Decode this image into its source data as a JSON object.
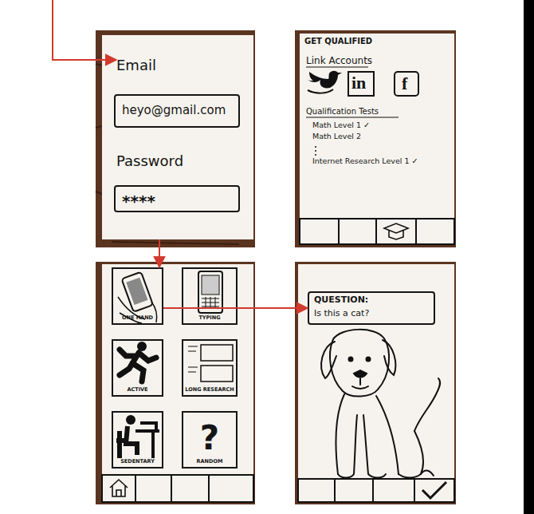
{
  "diagram": {
    "nodes": [
      {
        "text": [
          "Email",
          "Password"
        ]
      },
      {
        "text": [
          "heyo@gmail.com"
        ],
        "in": 0
      },
      {
        "text": [
          "****"
        ],
        "in": 0
      },
      {
        "text": [
          "GET QUALIFIED",
          "Link Accounts",
          "Qualification Tests",
          "Math Level 1 ✓",
          "Math Level 2",
          "Internet Research Level 1 ✓"
        ]
      },
      {
        "text": [
          "ONE HAND"
        ]
      },
      {
        "text": [
          "TYPING"
        ]
      },
      {
        "text": [
          "ACTIVE"
        ]
      },
      {
        "text": [
          "LONG RESEARCH"
        ]
      },
      {
        "text": [
          "SEDENTARY"
        ]
      },
      {
        "text": [
          "?",
          "RANDOM"
        ]
      },
      {
        "text": [
          "QUESTION:",
          "Is this a cat?"
        ]
      }
    ],
    "edges": [
      {
        "from": 0,
        "to": 4,
        "arrow": "to"
      },
      {
        "from": 4,
        "to": 10,
        "arrow": "to"
      }
    ],
    "labels": [
      "in",
      "f"
    ]
  }
}
